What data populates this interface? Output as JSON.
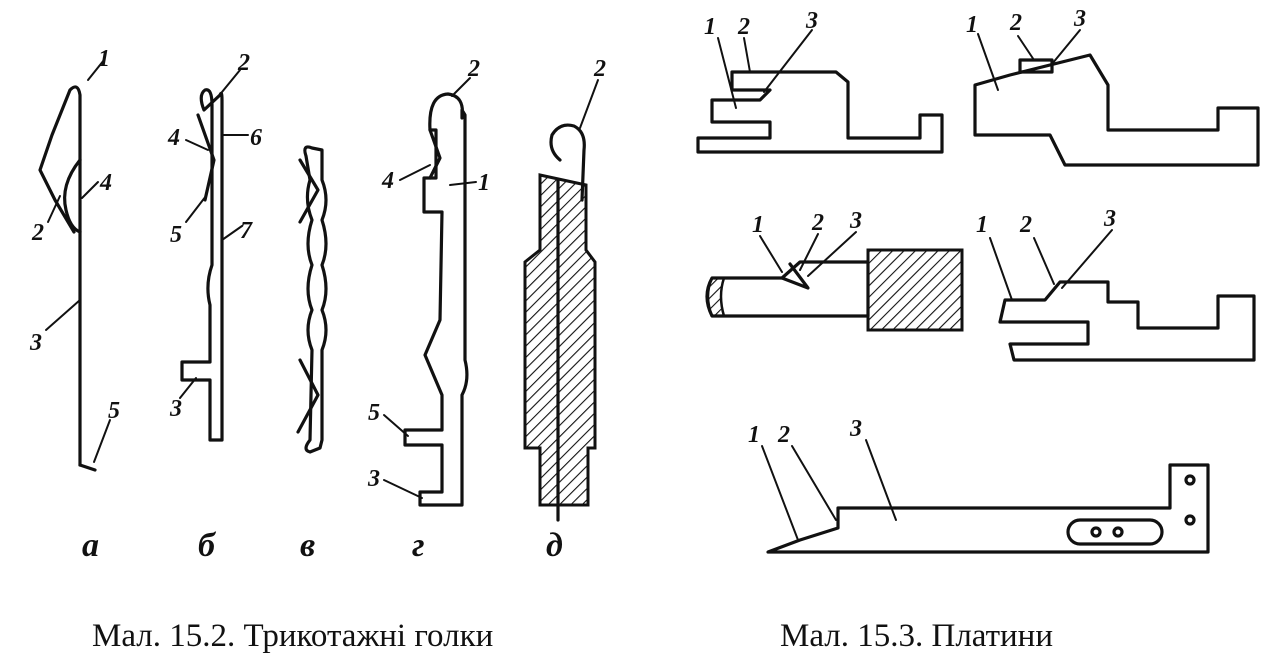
{
  "figures": {
    "fig_15_2": {
      "caption": "Мал. 15.2. Трикотажні голки",
      "panels": {
        "a": {
          "sublabel": "а",
          "parts": [
            "1",
            "4",
            "2",
            "3",
            "5"
          ]
        },
        "b": {
          "sublabel": "б",
          "parts": [
            "2",
            "4",
            "6",
            "5",
            "7",
            "3"
          ]
        },
        "v": {
          "sublabel": "в"
        },
        "g": {
          "sublabel": "г",
          "parts": [
            "2",
            "4",
            "1",
            "5",
            "3"
          ]
        },
        "d": {
          "sublabel": "д",
          "parts": [
            "2"
          ]
        }
      }
    },
    "fig_15_3": {
      "caption": "Мал. 15.3. Платини",
      "sinkers": [
        {
          "parts": [
            "1",
            "2",
            "3"
          ]
        },
        {
          "parts": [
            "1",
            "2",
            "3"
          ]
        },
        {
          "parts": [
            "1",
            "2",
            "3"
          ]
        },
        {
          "parts": [
            "1",
            "2",
            "3"
          ]
        },
        {
          "parts": [
            "1",
            "2",
            "3"
          ]
        }
      ]
    }
  }
}
